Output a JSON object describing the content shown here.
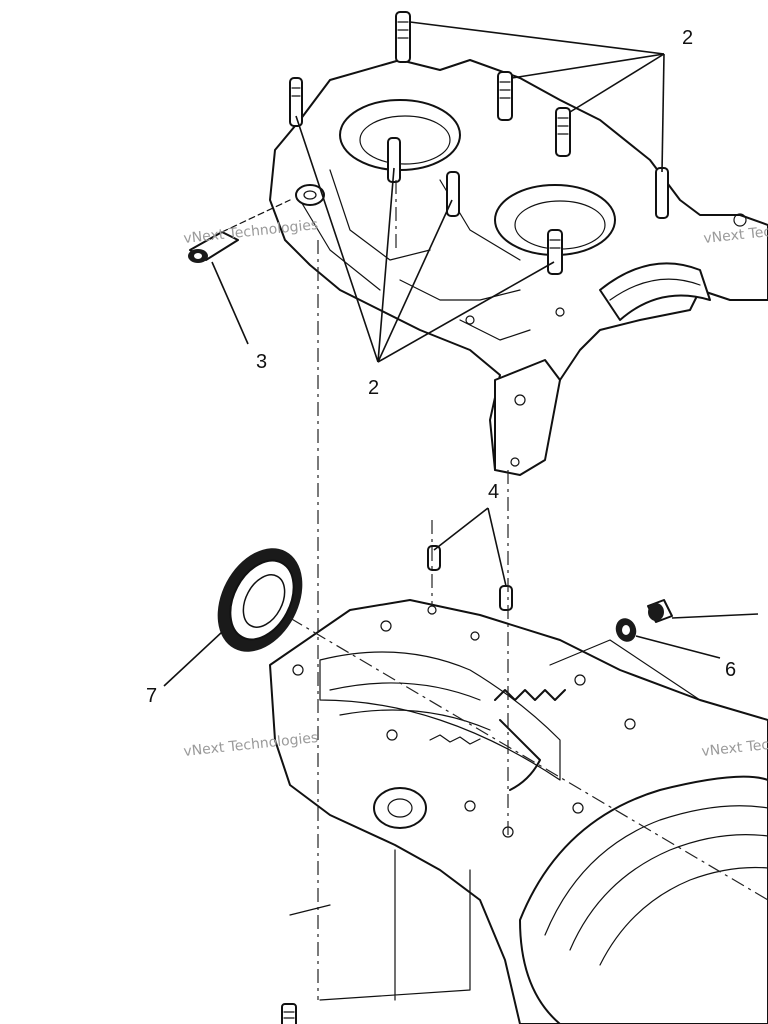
{
  "diagram": {
    "callouts": {
      "c2_top": "2",
      "c2_bottom": "2",
      "c3": "3",
      "c4": "4",
      "c6": "6",
      "c7": "7"
    },
    "watermarks": [
      "vNext Technologies",
      "vNext Technologies",
      "vNext Technologies",
      "vNext Technologies"
    ]
  }
}
